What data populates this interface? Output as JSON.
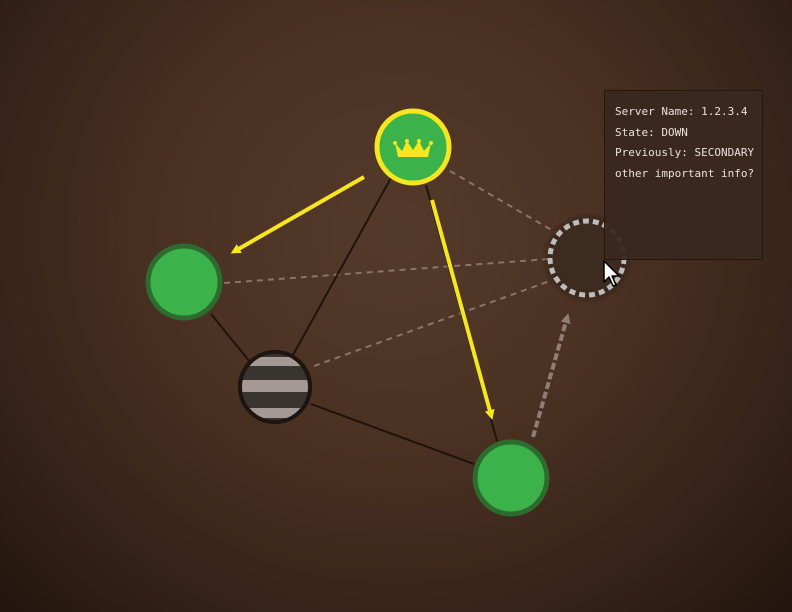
{
  "tooltip": {
    "server_name_line": "Server Name: 1.2.3.4",
    "state_line": "State: DOWN",
    "previously_line": "Previously: SECONDARY",
    "other_line": "other important info?"
  },
  "nodes": [
    {
      "id": "primary",
      "state": "primary",
      "icon": "crown-icon"
    },
    {
      "id": "secondary-left",
      "state": "secondary"
    },
    {
      "id": "arbiter",
      "state": "striped"
    },
    {
      "id": "secondary-bottom",
      "state": "secondary"
    },
    {
      "id": "down-node",
      "state": "down"
    }
  ],
  "colors": {
    "primary_green": "#3bb34a",
    "node_border_green": "#2d6b2f",
    "primary_ring": "#f6e61f",
    "replication_arrow": "#f6e61f",
    "solid_link": "#1f140d",
    "dashed_link": "#8a7468",
    "down_ring": "#bdbdbd"
  }
}
